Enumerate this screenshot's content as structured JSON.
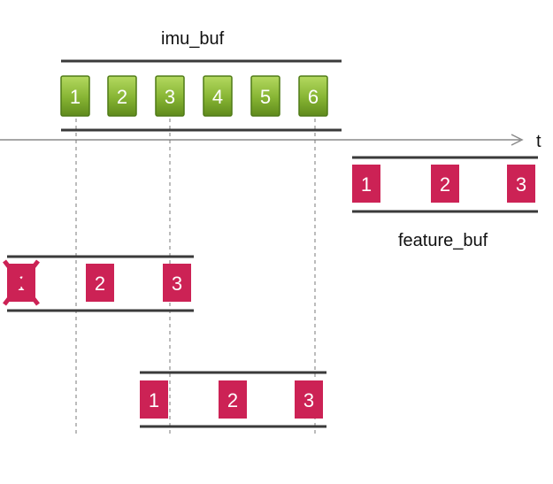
{
  "labels": {
    "imu_buf": "imu_buf",
    "feature_buf": "feature_buf",
    "time_axis": "t"
  },
  "imu_buf": {
    "items": [
      "1",
      "2",
      "3",
      "4",
      "5",
      "6"
    ]
  },
  "feature_buf": {
    "items": [
      "1",
      "2",
      "3"
    ]
  },
  "window_a": {
    "items": [
      "1",
      "2",
      "3"
    ],
    "first_item_crossed_out": true
  },
  "window_b": {
    "items": [
      "1",
      "2",
      "3"
    ]
  },
  "colors": {
    "imu_box_top": "#a6d04a",
    "imu_box_bottom": "#5f8a1c",
    "imu_box_border": "#4f7a16",
    "feature_box": "#cc2255",
    "rail": "#3a3a3a",
    "axis": "#888888",
    "guide": "#777777"
  }
}
